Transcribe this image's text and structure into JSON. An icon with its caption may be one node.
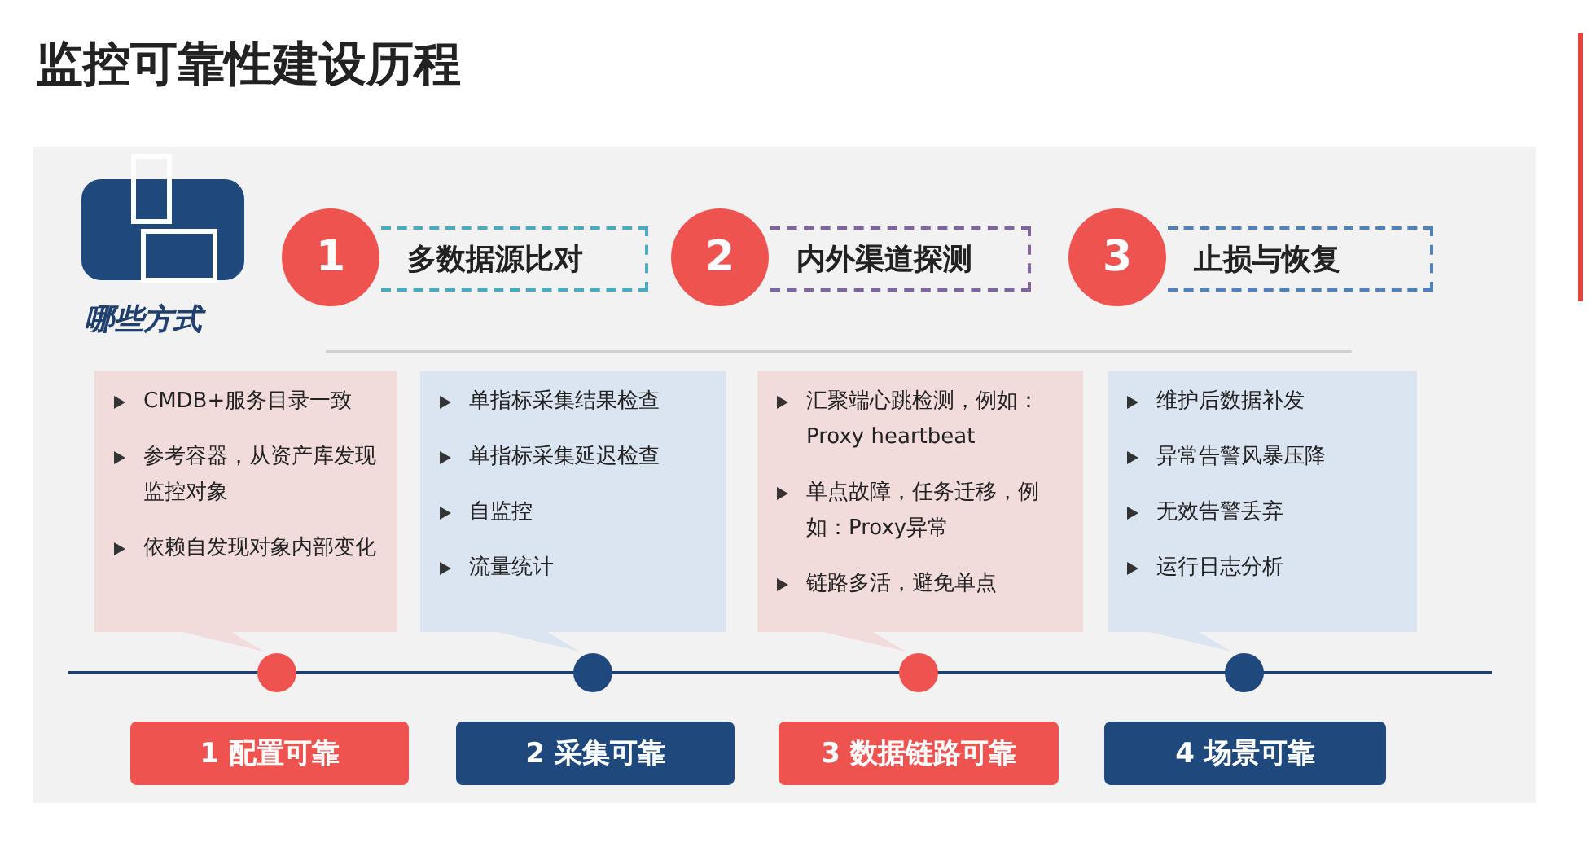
{
  "diagram": {
    "title": "监控可靠性建设历程",
    "nodes": [
      {
        "text": [
          "哪些方式"
        ]
      },
      {
        "text": [
          "1"
        ]
      },
      {
        "text": [
          "多数据源比对"
        ]
      },
      {
        "text": [
          "2"
        ]
      },
      {
        "text": [
          "内外渠道探测"
        ]
      },
      {
        "text": [
          "3"
        ]
      },
      {
        "text": [
          "止损与恢复"
        ]
      },
      {
        "text": [
          "CMDB+服务目录一致",
          "参考容器，从资产库发现监控对象",
          "依赖自发现对象内部变化"
        ]
      },
      {
        "text": [
          "单指标采集结果检查",
          "单指标采集延迟检查",
          "自监控",
          "流量统计"
        ]
      },
      {
        "text": [
          "汇聚端心跳检测，例如：Proxy heartbeat",
          "单点故障，任务迁移，例如：Proxy异常",
          "链路多活，避免单点"
        ]
      },
      {
        "text": [
          "维护后数据补发",
          "异常告警风暴压降",
          "无效告警丢弃",
          "运行日志分析"
        ]
      },
      {
        "text": [],
        "shape": "circle"
      },
      {
        "text": [],
        "shape": "circle"
      },
      {
        "text": [],
        "shape": "circle"
      },
      {
        "text": [],
        "shape": "circle"
      },
      {
        "text": [
          "1 配置可靠"
        ]
      },
      {
        "text": [
          "2 采集可靠"
        ]
      },
      {
        "text": [
          "3 数据链路可靠"
        ]
      },
      {
        "text": [
          "4 场景可靠"
        ]
      }
    ]
  }
}
